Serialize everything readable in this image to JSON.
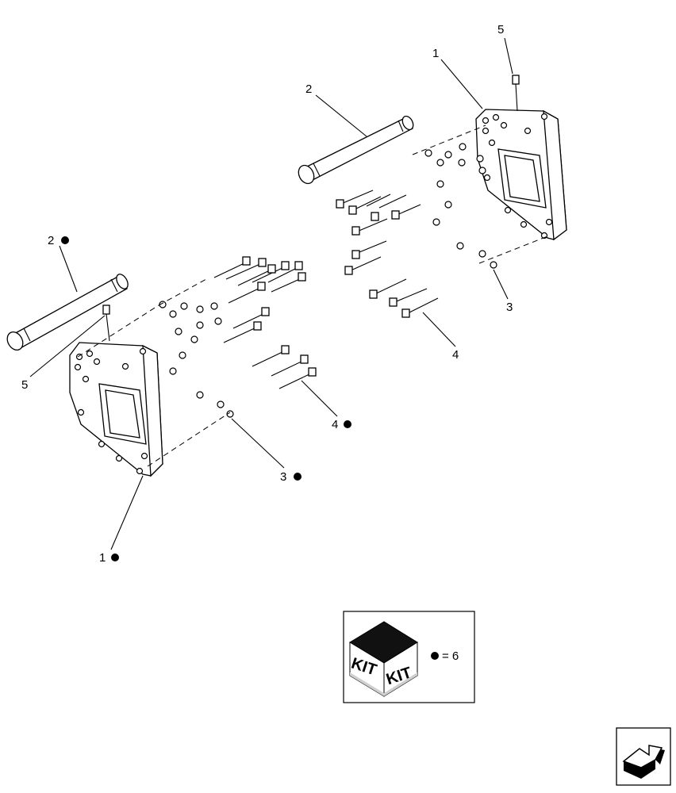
{
  "callouts": [
    {
      "id": "c1-top",
      "label": "1"
    },
    {
      "id": "c5-top",
      "label": "5"
    },
    {
      "id": "c2-top",
      "label": "2"
    },
    {
      "id": "c2-left",
      "label": "2"
    },
    {
      "id": "c5-left",
      "label": "5"
    },
    {
      "id": "c3-right",
      "label": "3"
    },
    {
      "id": "c4-right",
      "label": "4"
    },
    {
      "id": "c4-center",
      "label": "4"
    },
    {
      "id": "c3-center",
      "label": "3"
    },
    {
      "id": "c1-bottom",
      "label": "1"
    }
  ],
  "kit": {
    "label_left": "KIT",
    "label_right": "KIT",
    "legend": "= 6"
  },
  "colors": {
    "line": "#000000",
    "background": "#ffffff",
    "kit_top": "#111111",
    "kit_band": "#cfcfcf"
  },
  "nav": {
    "icon": "next-page-arrow-icon"
  }
}
